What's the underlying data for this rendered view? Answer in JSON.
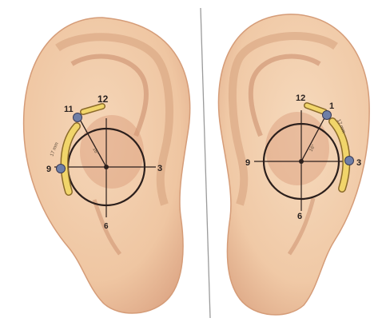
{
  "left_ear": {
    "clock_labels": {
      "n11": "11",
      "n12": "12",
      "n9": "9",
      "n3": "3",
      "n6": "6"
    },
    "strip_note": "17 mm",
    "angle_note": "16°"
  },
  "right_ear": {
    "clock_labels": {
      "n12": "12",
      "n1": "1",
      "n9": "9",
      "n3": "3",
      "n6": "6"
    },
    "strip_note": "17 mm",
    "angle_note": "16°"
  },
  "colors": {
    "skin": "#efc9a4",
    "skin_shadow": "#d9a27c",
    "fold": "#c98b6a",
    "circle": "#2b1f1c",
    "strip": "#f1d56a",
    "marker": "#6e7ea6",
    "divider": "#9a9a9a"
  }
}
